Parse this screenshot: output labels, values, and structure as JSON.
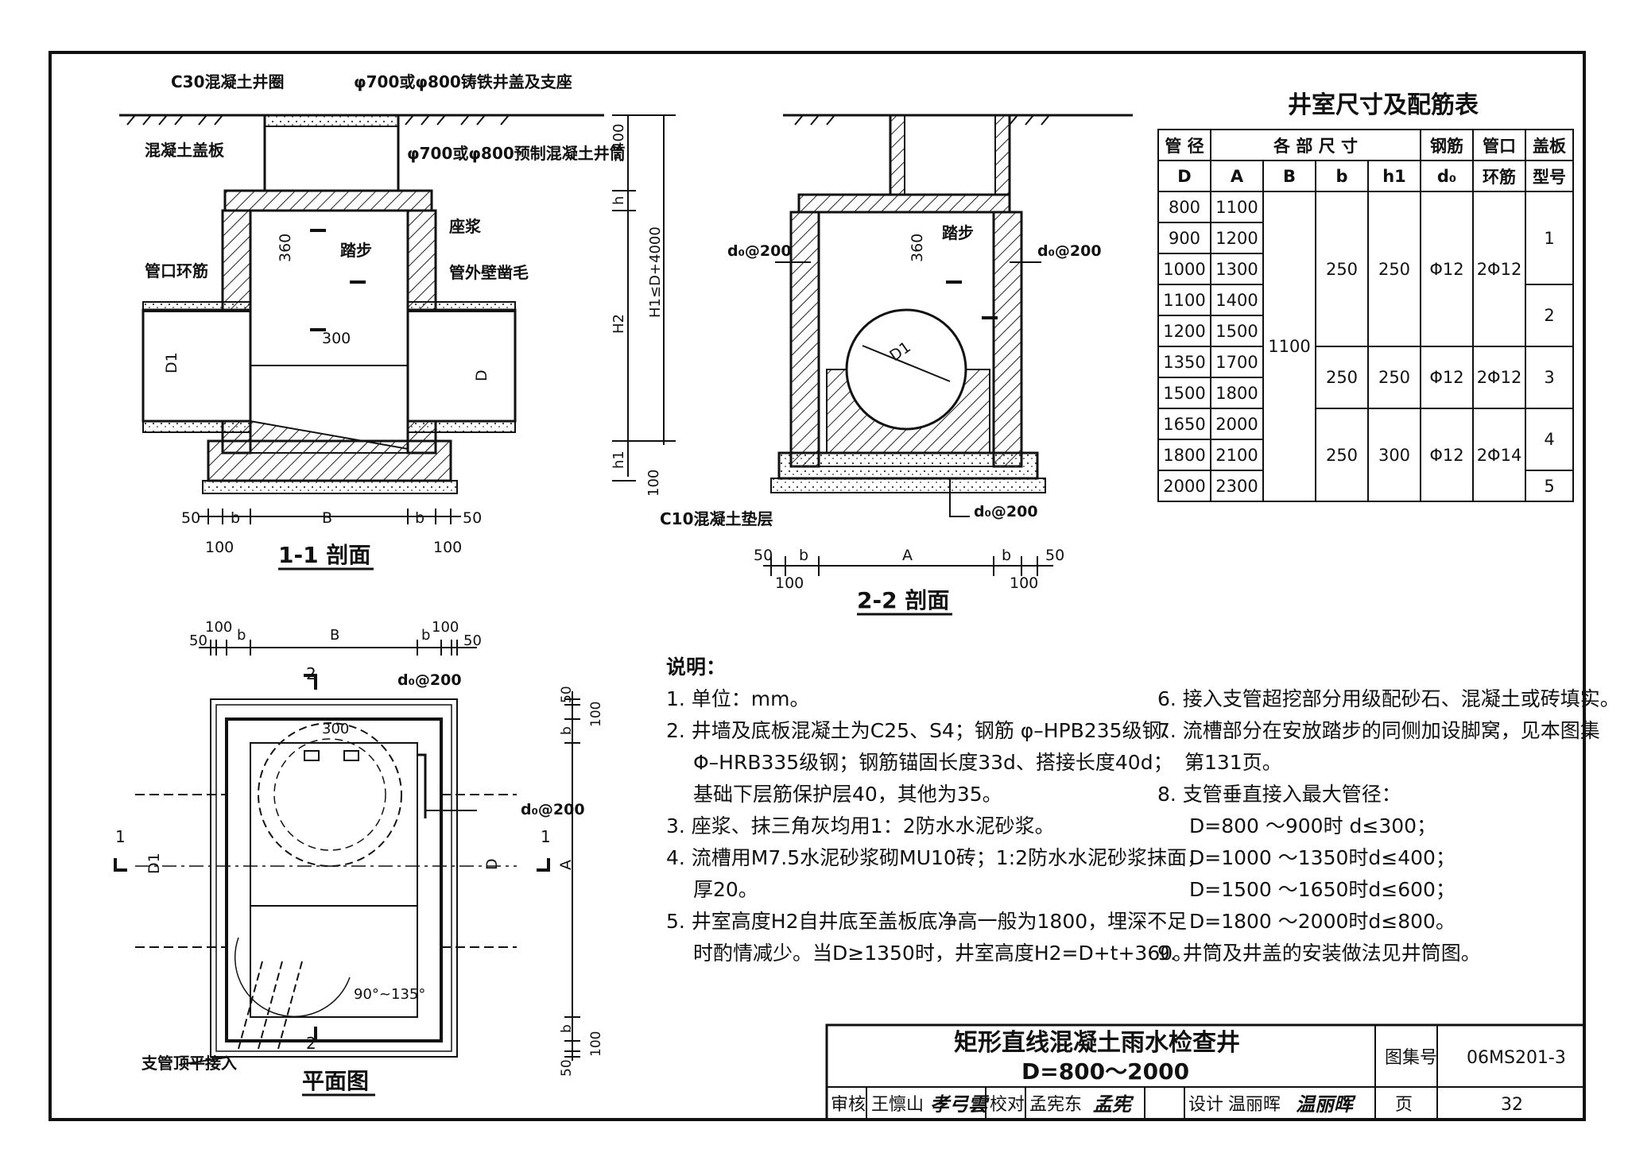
{
  "sheet": {
    "title_line1": "矩形直线混凝土雨水检查井",
    "title_line2": "D=800～2000",
    "atlas_no_label": "图集号",
    "atlas_no": "06MS201-3",
    "page_label": "页",
    "page_no": "32",
    "review_label": "审核",
    "reviewer": "王懔山",
    "check_label": "校对",
    "checker": "孟宪东",
    "design_label": "设计",
    "designer": "温丽晖"
  },
  "section1": {
    "title": "1-1 剖面",
    "labels": {
      "ring": "C30混凝土井圈",
      "cover": "φ700或φ800铸铁井盖及支座",
      "slab": "混凝土盖板",
      "shaft": "φ700或φ800预制混凝土井筒",
      "mortar": "座浆",
      "step": "踏步",
      "pipe_ring": "管口环筋",
      "roughen": "管外壁凿毛",
      "d1": "D1",
      "d": "D",
      "h360": "360",
      "w300": "300",
      "dim_400": "≥400",
      "dim_h": "h",
      "dim_h2": "H2",
      "dim_h1": "H1≤D+4000",
      "dim_h1b": "h1",
      "dim_100": "100",
      "b_50": "50",
      "b_b": "b",
      "b_B": "B",
      "b_100": "100"
    }
  },
  "section2": {
    "title": "2-2 剖面",
    "labels": {
      "d0_left": "d₀@200",
      "d0_right": "d₀@200",
      "d0_bottom": "d₀@200",
      "step": "踏步",
      "h360": "360",
      "d1": "D1",
      "cushion": "C10混凝土垫层",
      "b_50": "50",
      "b_b": "b",
      "b_A": "A",
      "b_100": "100"
    }
  },
  "plan": {
    "title": "平面图",
    "labels": {
      "top_50": "50",
      "top_100": "100",
      "top_b": "b",
      "top_B": "B",
      "mark_2": "2",
      "mark_1": "1",
      "d0_top": "d₀@200",
      "d0_right": "d₀@200",
      "w300": "300",
      "d1": "D1",
      "d": "D",
      "a": "A",
      "angle": "90°~135°",
      "branch": "支管顶平接入",
      "r_50": "50",
      "r_100": "100",
      "r_b": "b"
    }
  },
  "table": {
    "title": "井室尺寸及配筋表",
    "head1": [
      "管 径",
      "各 部 尺 寸",
      "钢筋",
      "管口",
      "盖板"
    ],
    "head2": [
      "D",
      "A",
      "B",
      "b",
      "h1",
      "d₀",
      "环筋",
      "型号"
    ],
    "rows": [
      {
        "D": "800",
        "A": "1100"
      },
      {
        "D": "900",
        "A": "1200"
      },
      {
        "D": "1000",
        "A": "1300"
      },
      {
        "D": "1100",
        "A": "1400"
      },
      {
        "D": "1200",
        "A": "1500"
      },
      {
        "D": "1350",
        "A": "1700"
      },
      {
        "D": "1500",
        "A": "1800"
      },
      {
        "D": "1650",
        "A": "2000"
      },
      {
        "D": "1800",
        "A": "2100"
      },
      {
        "D": "2000",
        "A": "2300"
      }
    ],
    "B_merged": "1100",
    "groups": [
      {
        "b": "250",
        "h1": "250",
        "d0": "Φ12",
        "ring": "2Φ12"
      },
      {
        "b": "250",
        "h1": "250",
        "d0": "Φ12",
        "ring": "2Φ12"
      },
      {
        "b": "250",
        "h1": "300",
        "d0": "Φ12",
        "ring": "2Φ14"
      }
    ],
    "slab_types": [
      "1",
      "2",
      "3",
      "4",
      "5"
    ]
  },
  "notes": {
    "heading": "说明：",
    "left": [
      "1. 单位：mm。",
      "2. 井墙及底板混凝土为C25、S4；钢筋 φ–HPB235级钢、",
      "Φ–HRB335级钢；钢筋锚固长度33d、搭接长度40d；",
      "基础下层筋保护层40，其他为35。",
      "3. 座浆、抹三角灰均用1：2防水水泥砂浆。",
      "4. 流槽用M7.5水泥砂浆砌MU10砖；1:2防水水泥砂浆抹面，",
      "厚20。",
      "5. 井室高度H2自井底至盖板底净高一般为1800，埋深不足",
      "时酌情减少。当D≥1350时，井室高度H2=D+t+360。"
    ],
    "right": [
      "6. 接入支管超挖部分用级配砂石、混凝土或砖填实。",
      "7. 流槽部分在安放踏步的同侧加设脚窝，见本图集",
      "第131页。",
      "8. 支管垂直接入最大管径：",
      "D=800 ～900时    d≤300；",
      "D=1000 ～1350时d≤400；",
      "D=1500 ～1650时d≤600；",
      "D=1800 ～2000时d≤800。",
      "9. 井筒及井盖的安装做法见井筒图。"
    ]
  }
}
